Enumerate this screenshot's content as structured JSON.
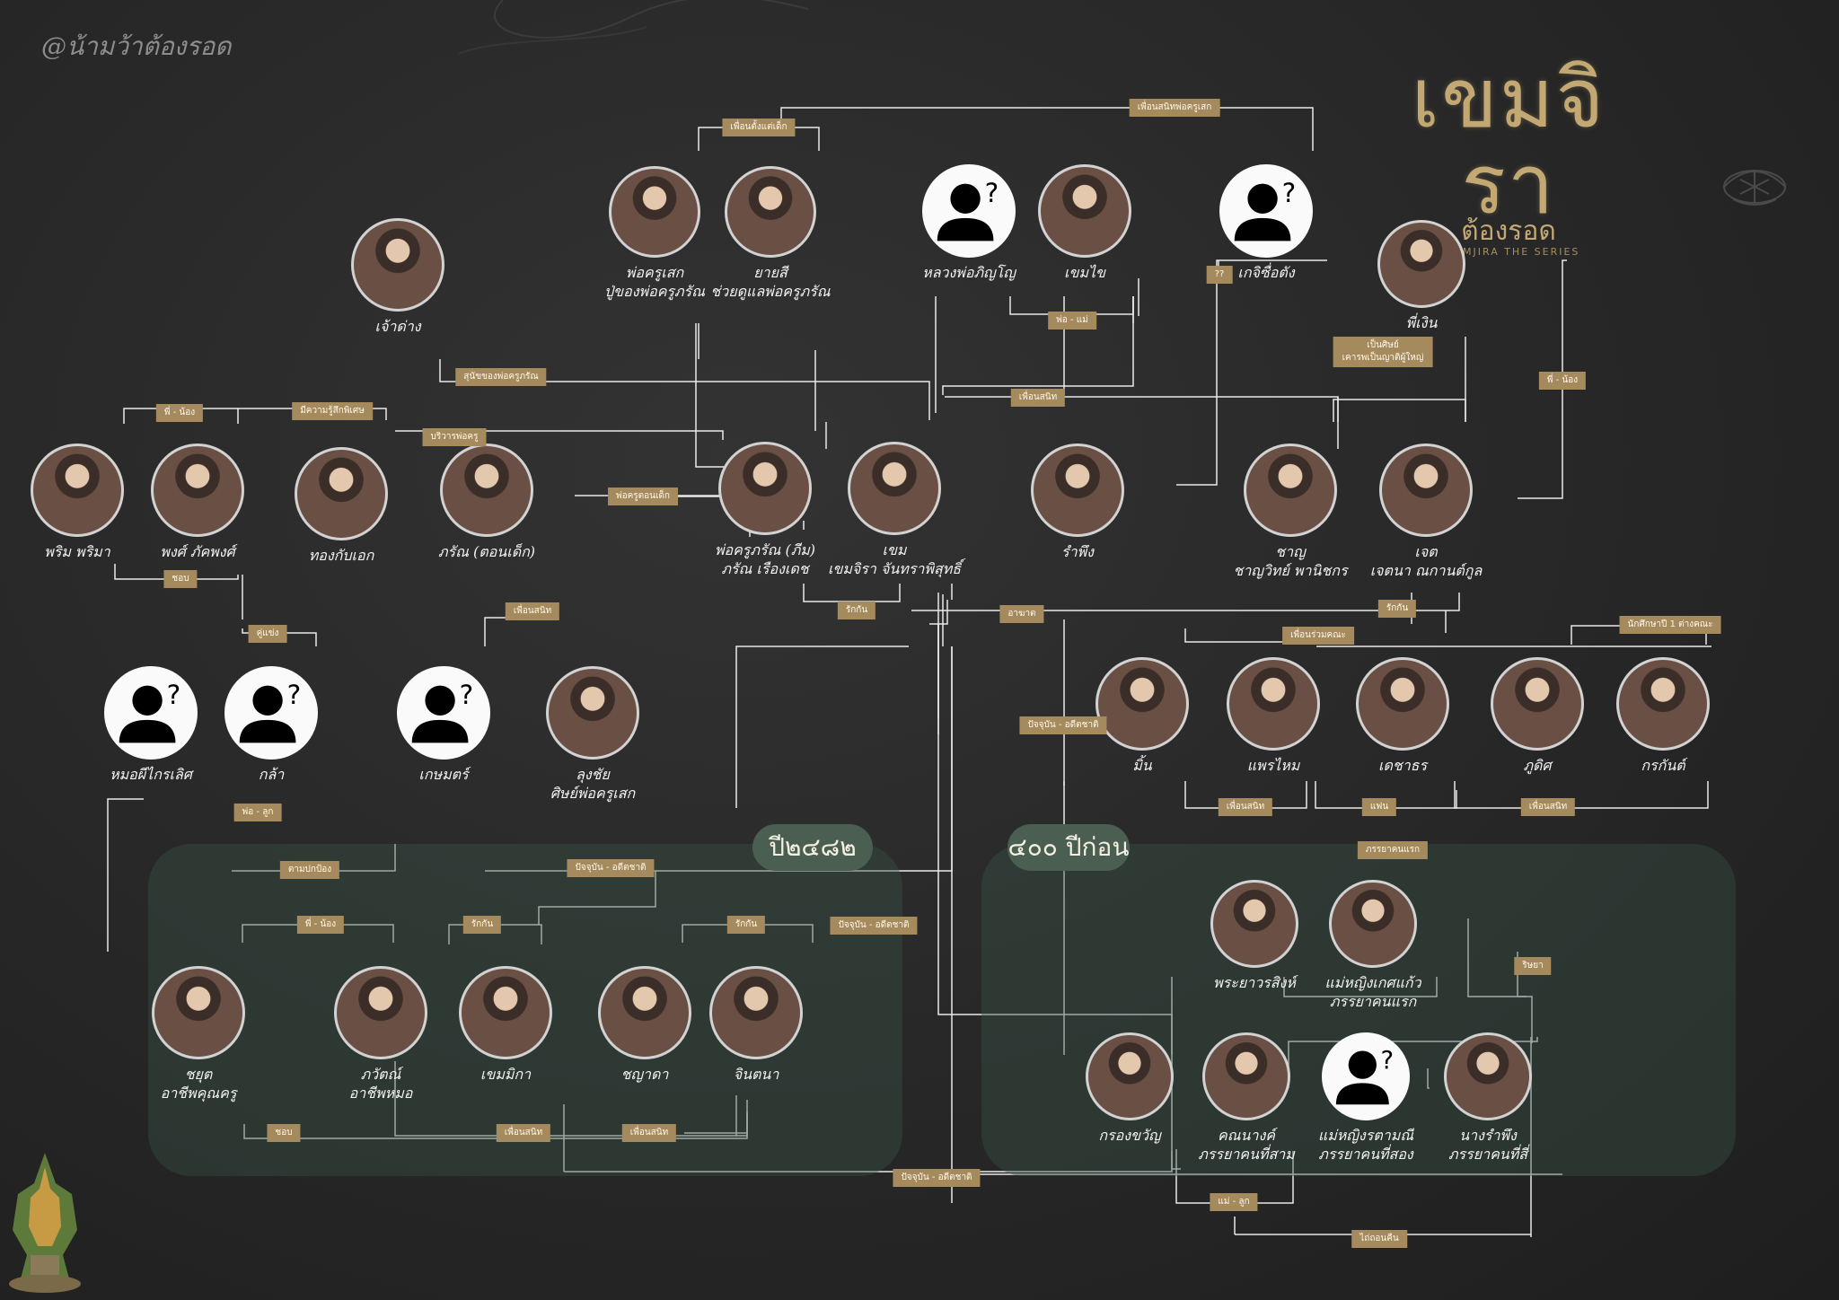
{
  "watermark": "@น้ามว้าต้องรอด",
  "logo": {
    "title": "เขมจิรา",
    "subtitle": "ต้องรอด",
    "english": "KHEMJIRA THE SERIES"
  },
  "eras": {
    "year": "ปี๒๔๘๒",
    "ancient": "๔๐๐ ปีก่อน"
  },
  "people": [
    {
      "id": "por_kru_sek",
      "name": "พ่อครูเสก",
      "note": "ปู่ของพ่อครูภรัณ",
      "unknown": false
    },
    {
      "id": "yai_si",
      "name": "ยายสี",
      "note": "ช่วยดูแลพ่อครูภรัณ",
      "unknown": false
    },
    {
      "id": "luang_por",
      "name": "หลวงพ่อภิญโญ",
      "note": "",
      "unknown": true
    },
    {
      "id": "khem_chai",
      "name": "เขมไข",
      "note": "",
      "unknown": false
    },
    {
      "id": "ket_sue",
      "name": "เกจิซื่อตัง",
      "note": "",
      "unknown": true
    },
    {
      "id": "jao_dang",
      "name": "เจ้าด่าง",
      "note": "",
      "unknown": false
    },
    {
      "id": "pi_ngern",
      "name": "พี่เงิน",
      "note": "",
      "unknown": false
    },
    {
      "id": "prim",
      "name": "พริม พริมา",
      "note": "",
      "unknown": false
    },
    {
      "id": "pop",
      "name": "พงศ์ ภัคพงศ์",
      "note": "",
      "unknown": false
    },
    {
      "id": "thong",
      "name": "ทองกับเอก",
      "note": "",
      "unknown": false
    },
    {
      "id": "pharan_child",
      "name": "ภรัณ (ตอนเด็ก)",
      "note": "",
      "unknown": false
    },
    {
      "id": "por_kru_pharan",
      "name": "พ่อครูภรัณ (ภีม)",
      "note": "ภรัณ เรืองเดช",
      "unknown": false
    },
    {
      "id": "khem",
      "name": "เขม",
      "note": "เขมจิรา จันทราพิสุทธิ์",
      "unknown": false
    },
    {
      "id": "ramphueng",
      "name": "รำพึง",
      "note": "",
      "unknown": false
    },
    {
      "id": "chan",
      "name": "ชาญ",
      "note": "ชาญวิทย์ พานิชกร",
      "unknown": false
    },
    {
      "id": "jet",
      "name": "เจต",
      "note": "เจตนา ณกานต์กูล",
      "unknown": false
    },
    {
      "id": "mor_phi",
      "name": "หมอผีไกรเลิศ",
      "note": "",
      "unknown": true
    },
    {
      "id": "kla",
      "name": "กล้า",
      "note": "",
      "unknown": true
    },
    {
      "id": "kasem",
      "name": "เกษมตร์",
      "note": "",
      "unknown": true
    },
    {
      "id": "lung_chai",
      "name": "ลุงชัย",
      "note": "ศิษย์พ่อครูเสก",
      "unknown": false
    },
    {
      "id": "mint",
      "name": "มิ้น",
      "note": "",
      "unknown": false
    },
    {
      "id": "praew",
      "name": "แพรไหม",
      "note": "",
      "unknown": false
    },
    {
      "id": "dechathon",
      "name": "เดชาธร",
      "note": "",
      "unknown": false
    },
    {
      "id": "phut",
      "name": "ภูดิศ",
      "note": "",
      "unknown": false
    },
    {
      "id": "korakan",
      "name": "กรกันต์",
      "note": "",
      "unknown": false
    },
    {
      "id": "chayut",
      "name": "ชยุต",
      "note": "อาชีพคุณครู",
      "unknown": false
    },
    {
      "id": "pawat",
      "name": "ภวัตณ์",
      "note": "อาชีพหมอ",
      "unknown": false
    },
    {
      "id": "khemika",
      "name": "เขมมิกา",
      "note": "",
      "unknown": false
    },
    {
      "id": "chanyada",
      "name": "ชญาดา",
      "note": "",
      "unknown": false
    },
    {
      "id": "jintana",
      "name": "จินตนา",
      "note": "",
      "unknown": false
    },
    {
      "id": "phra_yao",
      "name": "พระยาวรสิงห์",
      "note": "",
      "unknown": false
    },
    {
      "id": "mae_ying_ket",
      "name": "แม่หญิงเกศแก้ว",
      "note": "ภรรยาคนแรก",
      "unknown": false
    },
    {
      "id": "krong_kwan",
      "name": "กรองขวัญ",
      "note": "",
      "unknown": false
    },
    {
      "id": "khon_nang",
      "name": "คณนางค์",
      "note": "ภรรยาคนที่สาม",
      "unknown": false
    },
    {
      "id": "mae_ying_ram",
      "name": "แม่หญิงรตามณี",
      "note": "ภรรยาคนที่สอง",
      "unknown": true
    },
    {
      "id": "nang_ram",
      "name": "นางรำพึง",
      "note": "ภรรยาคนที่สี่",
      "unknown": false
    }
  ],
  "relations": {
    "friends_childhood": "เพื่อนตั้งแต่เด็ก",
    "close_friends_kru": "เพื่อนสนิทพ่อครูเสก",
    "parent_child_1": "พ่อ - แม่",
    "qq": "??",
    "dog_of": "สุนัขของพ่อครูภรัณ",
    "siblings_1": "พี่ - น้อง",
    "siblings_2": "พี่ - น้อง",
    "siblings_3": "พี่ - น้อง",
    "psychic": "มีความรู้สึกพิเศษ",
    "servant": "บริวารพ่อครู",
    "kru_child": "พ่อครูตอนเด็ก",
    "close_friends_1": "เพื่อนสนิท",
    "student_1": "เป็นศิษย์",
    "student_2": "เคารพเป็นญาติผู้ใหญ่",
    "like": "ชอบ",
    "partner": "คู่แข่ง",
    "close_friends_2": "เพื่อนสนิท",
    "love_1": "รักกัน",
    "enemy": "อาฆาต",
    "love_2": "รักกัน",
    "classmates": "เพื่อนร่วมคณะ",
    "first_year": "นักศึกษาปี 1 ต่างคณะ",
    "reincarnate_1": "ปัจจุบัน - อดีตชาติ",
    "father_son": "พ่อ - ลูก",
    "close_friends_3": "เพื่อนสนิท",
    "fan": "แฟน",
    "close_friends_4": "เพื่อนสนิท",
    "follow": "ตามปกป้อง",
    "reincarnate_2": "ปัจจุบัน - อดีตชาติ",
    "love_3": "รักกัน",
    "love_4": "รักกัน",
    "reincarnate_3": "ปัจจุบัน - อดีตชาติ",
    "first_wife": "ภรรยาคนแรก",
    "jealous": "ริษยา",
    "like_2": "ชอบ",
    "close_friends_5": "เพื่อนสนิท",
    "close_friends_6": "เพื่อนสนิท",
    "reincarnate_4": "ปัจจุบัน - อดีตชาติ",
    "mother_child": "แม่ - ลูก",
    "curse": "ไถ่ถอนคืน"
  }
}
